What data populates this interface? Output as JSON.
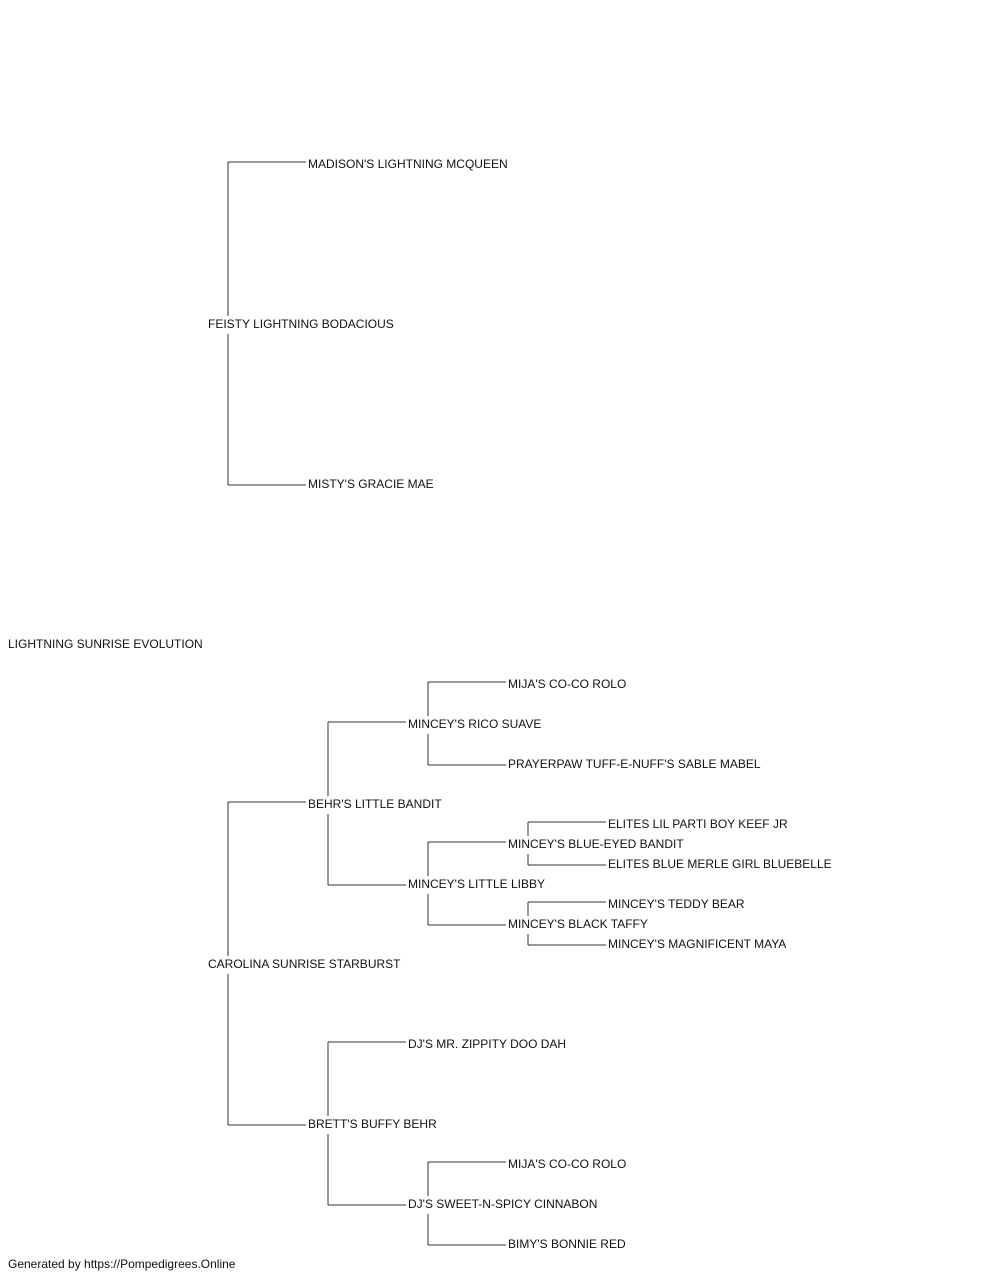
{
  "pedigree": {
    "subject": "LIGHTNING SUNRISE EVOLUTION",
    "sire": {
      "name": "FEISTY LIGHTNING BODACIOUS",
      "sire": "MADISON'S LIGHTNING MCQUEEN",
      "dam": "MISTY'S GRACIE MAE"
    },
    "dam": {
      "name": "CAROLINA SUNRISE STARBURST",
      "sire": {
        "name": "BEHR'S LITTLE BANDIT",
        "sire": {
          "name": "MINCEY'S RICO SUAVE",
          "sire": "MIJA'S CO-CO ROLO",
          "dam": "PRAYERPAW TUFF-E-NUFF'S SABLE MABEL"
        },
        "dam": {
          "name": "MINCEY'S LITTLE LIBBY",
          "sire": {
            "name": "MINCEY'S BLUE-EYED BANDIT",
            "sire": "ELITES LIL PARTI BOY KEEF JR",
            "dam": "ELITES BLUE MERLE GIRL BLUEBELLE"
          },
          "dam": {
            "name": "MINCEY'S BLACK TAFFY",
            "sire": "MINCEY'S TEDDY BEAR",
            "dam": "MINCEY'S MAGNIFICENT MAYA"
          }
        }
      },
      "dam": {
        "name": "BRETT'S BUFFY BEHR",
        "sire": "DJ'S MR. ZIPPITY DOO DAH",
        "dam": {
          "name": "DJ'S SWEET-N-SPICY CINNABON",
          "sire": "MIJA'S CO-CO ROLO",
          "dam": "BIMY'S BONNIE RED"
        }
      }
    }
  },
  "footer": "Generated by https://Pompedigrees.Online",
  "colors": {
    "line": "#333333",
    "text": "#111111"
  }
}
